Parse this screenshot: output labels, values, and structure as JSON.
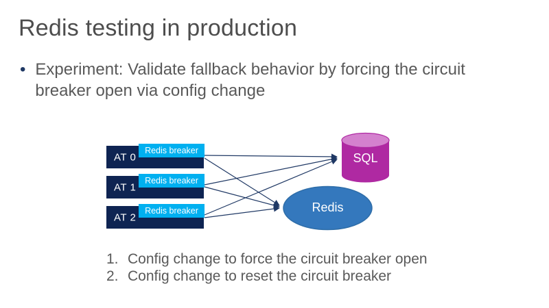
{
  "title": "Redis testing in production",
  "bullet": {
    "marker": "•",
    "lines": [
      "Experiment: Validate fallback behavior by forcing the circuit",
      "breaker open via config change"
    ]
  },
  "diagram": {
    "nodes": [
      {
        "label": "AT 0",
        "badge": "Redis breaker"
      },
      {
        "label": "AT 1",
        "badge": "Redis breaker"
      },
      {
        "label": "AT 2",
        "badge": "Redis breaker"
      }
    ],
    "sql_label": "SQL",
    "redis_label": "Redis",
    "colors": {
      "at_box": "#0E2452",
      "breaker_badge": "#00B0F0",
      "sql_cylinder_body": "#AF29A2",
      "sql_cylinder_top": "#D481CE",
      "redis_ellipse": "#3478BD",
      "connector": "#1F3864",
      "text_gray": "#595959"
    }
  },
  "steps": [
    {
      "number": "1.",
      "text": "Config change to force the circuit breaker open"
    },
    {
      "number": "2.",
      "text": "Config change to reset the circuit breaker"
    }
  ]
}
